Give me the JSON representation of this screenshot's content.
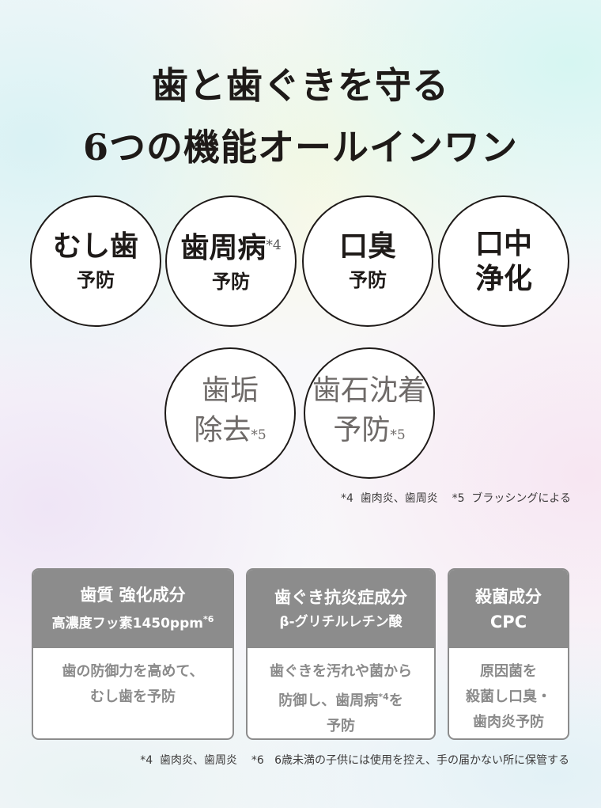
{
  "header": {
    "title_line1": "歯と歯ぐきを守る",
    "title_line2": "6つの機能オールインワン"
  },
  "functions": [
    {
      "main": "むし歯",
      "sub": "予防",
      "note": ""
    },
    {
      "main": "歯周病",
      "sub": "予防",
      "note": "*4"
    },
    {
      "main": "口臭",
      "sub": "予防",
      "note": ""
    },
    {
      "main_line1": "口中",
      "main_line2": "浄化"
    },
    {
      "main_line1": "歯垢",
      "main_line2": "除去",
      "note": "*5"
    },
    {
      "main_line1": "歯石沈着",
      "main_line2": "予防",
      "note": "*5"
    }
  ],
  "footnote_top": "*4  歯肉炎、歯周炎    *5  ブラッシングによる",
  "ingredients": [
    {
      "title": "歯質 強化成分",
      "subtitle": "高濃度フッ素1450ppm",
      "subtitle_note": "*6",
      "desc_line1": "歯の防御力を高めて、",
      "desc_line2": "むし歯を予防"
    },
    {
      "title": "歯ぐき抗炎症成分",
      "subtitle": "β-グリチルレチン酸",
      "desc_line1": "歯ぐきを汚れや菌から",
      "desc_line2a": "防御し、歯周病",
      "desc_line2_note": "*4",
      "desc_line2b": "を",
      "desc_line3": "予防"
    },
    {
      "title": "殺菌成分",
      "subtitle": "CPC",
      "desc_line1": "原因菌を",
      "desc_line2": "殺菌し口臭・",
      "desc_line3": "歯肉炎予防"
    }
  ],
  "footnote_bottom": "*4  歯肉炎、歯周炎    *6   6歳未満の子供には使用を控え、手の届かない所に保管する",
  "colors": {
    "text_dark": "#1e1a18",
    "card_header_gray": "#8c8c8c",
    "card_body_text": "#8a8a8a"
  }
}
